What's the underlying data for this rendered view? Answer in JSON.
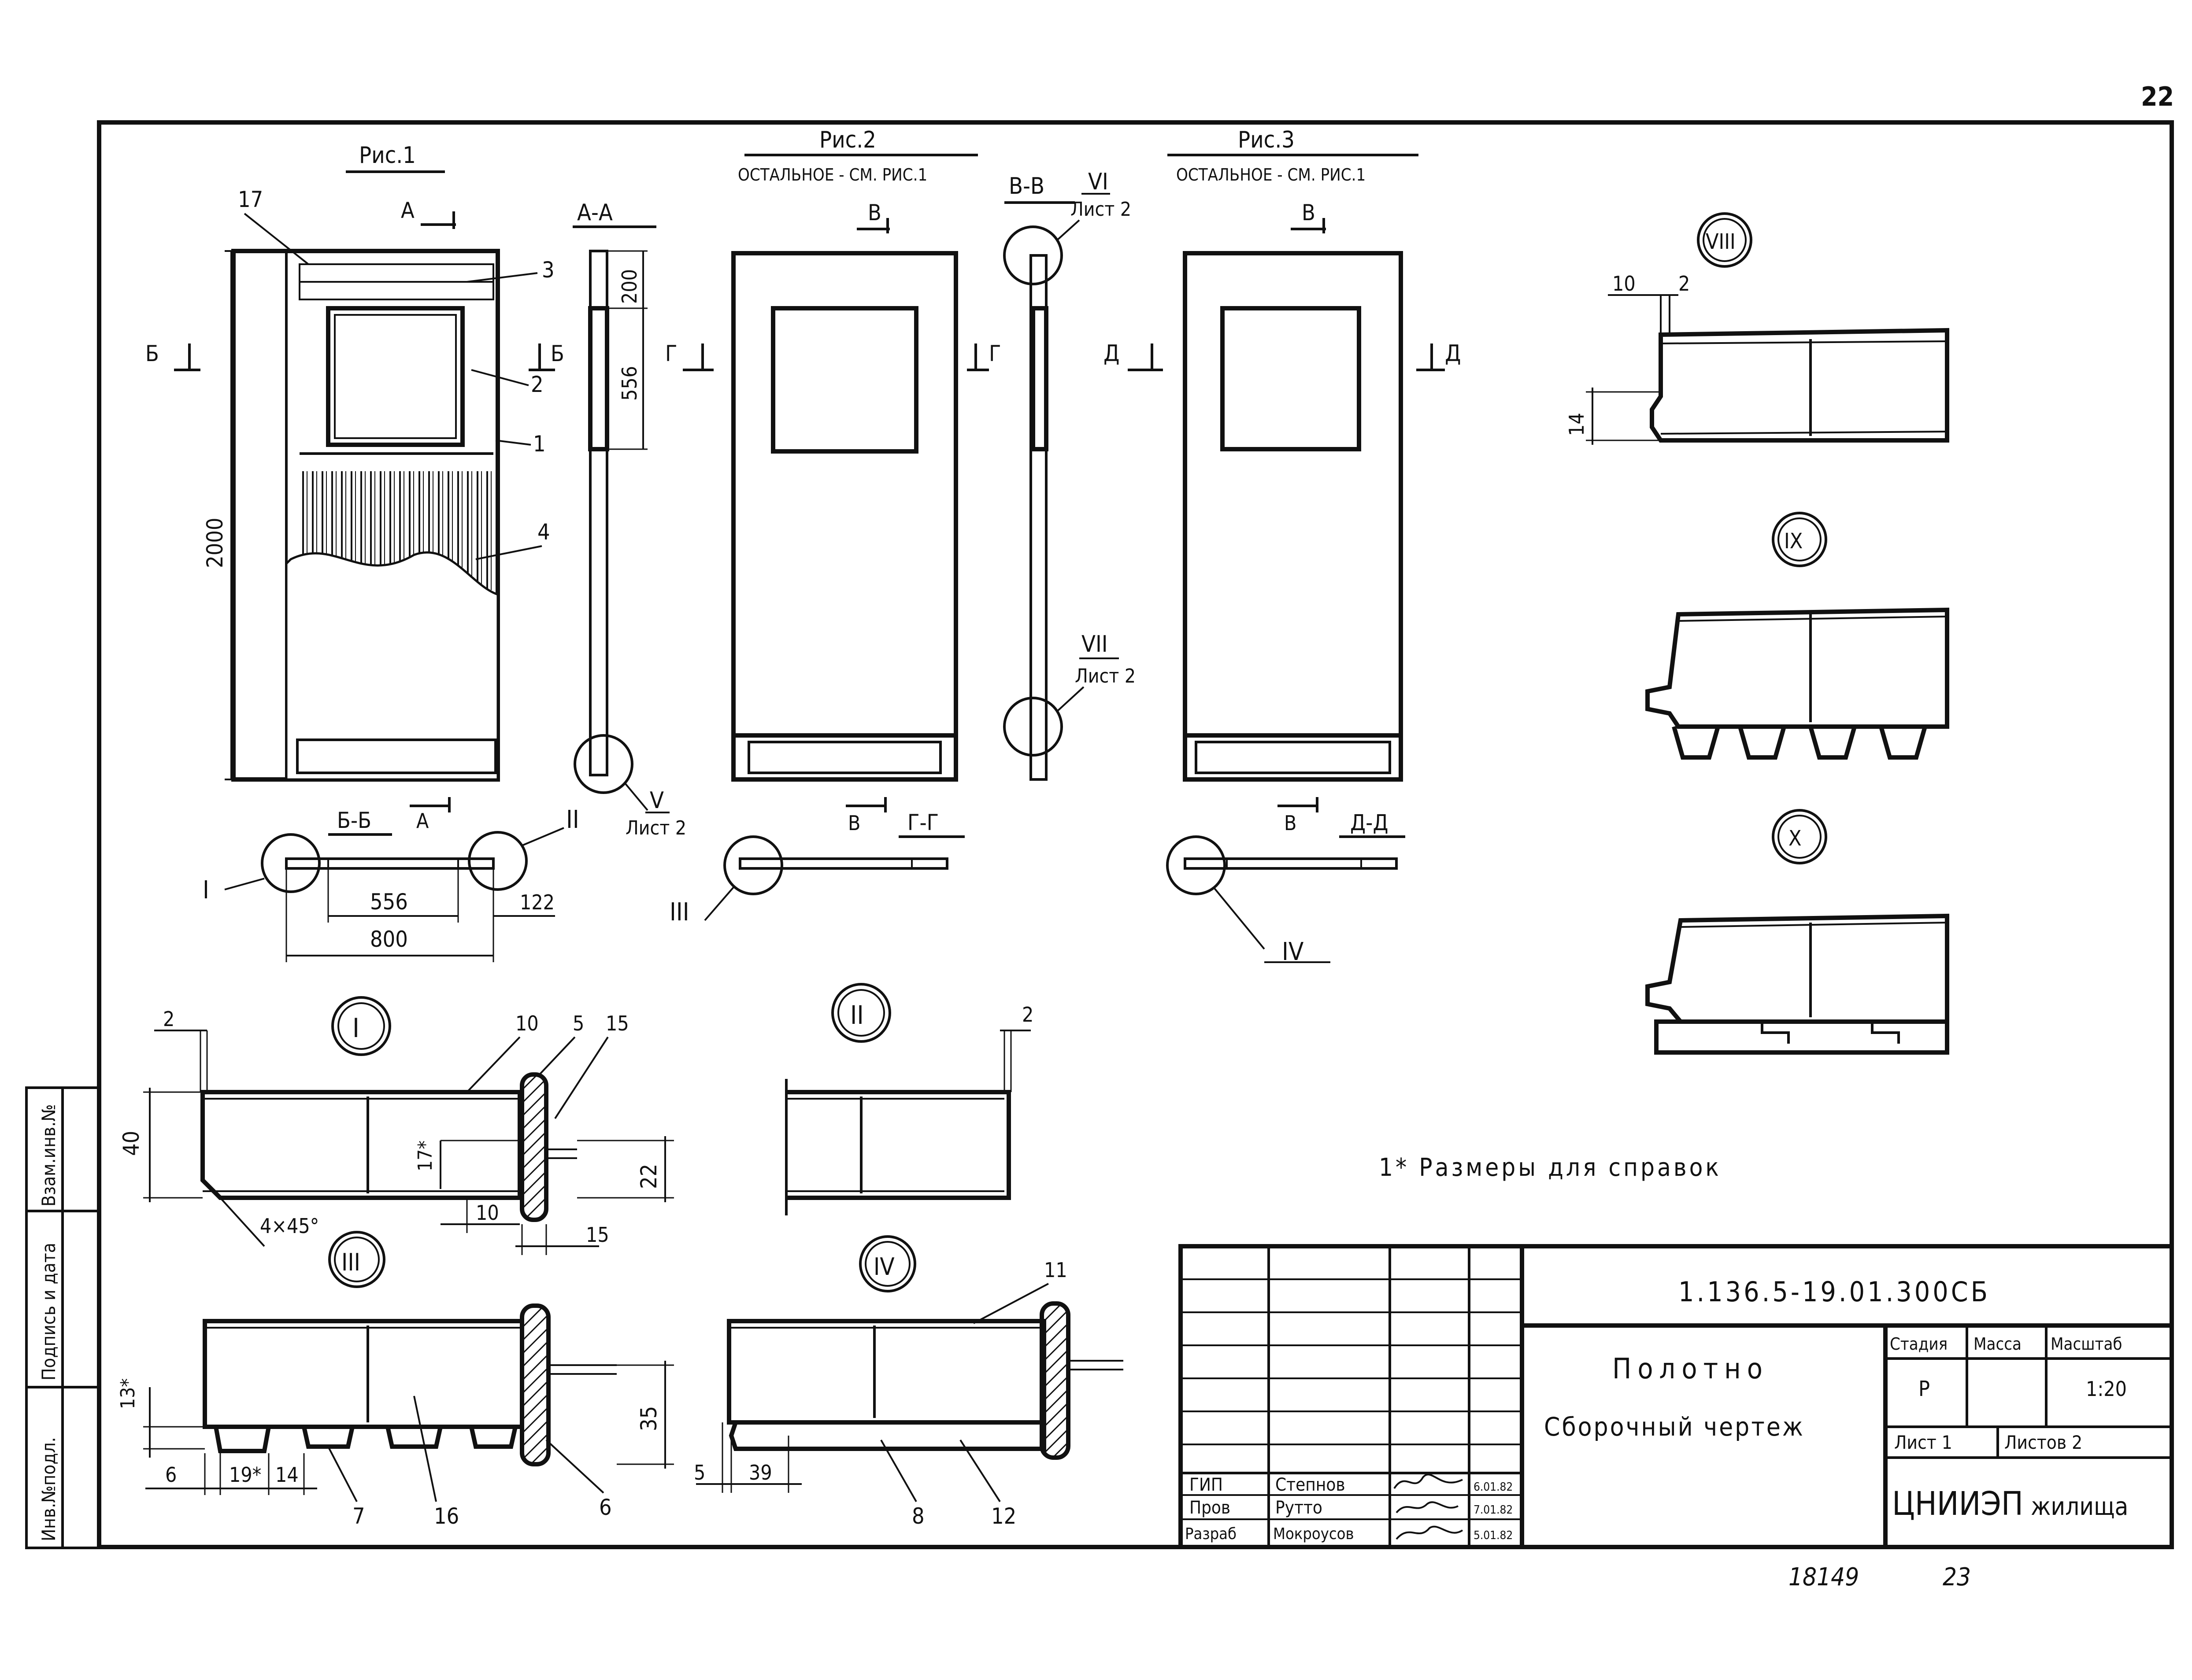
{
  "page_number": "22",
  "figures": {
    "fig1": "Рис.1",
    "fig2": "Рис.2",
    "fig2_note": "ОСТАЛЬНОЕ - СМ. РИС.1",
    "fig3": "Рис.3",
    "fig3_note": "ОСТАЛЬНОЕ - СМ. РИС.1"
  },
  "sections": {
    "aa": "А-А",
    "bb": "Б-Б",
    "vv": "В-В",
    "gg": "Г-Г",
    "dd": "Д-Д",
    "a": "А",
    "b": "Б",
    "v": "В",
    "g": "Г",
    "d": "Д"
  },
  "callouts": {
    "v_sheet": "V",
    "vi_sheet": "VI",
    "vii_sheet": "VII",
    "sheet2": "Лист 2",
    "i": "I",
    "ii": "II",
    "iii": "III",
    "iv": "IV",
    "viii": "VIII",
    "ix": "IX",
    "x": "X"
  },
  "dimensions": {
    "d2000": "2000",
    "d200": "200",
    "d556": "556",
    "d556b": "556",
    "d800": "800",
    "d122": "122",
    "d10a": "10",
    "d2a": "2",
    "d14": "14",
    "d2b": "2",
    "d40": "40",
    "d17": "17*",
    "d22": "22",
    "d10b": "10",
    "d15b": "15",
    "d4x45": "4×45°",
    "d2c": "2",
    "d13": "13*",
    "d6a": "6",
    "d19": "19*",
    "d14b": "14",
    "d35": "35",
    "d5": "5",
    "d39": "39"
  },
  "positions": {
    "p1": "1",
    "p2": "2",
    "p3": "3",
    "p4": "4",
    "p5": "5",
    "p6": "6",
    "p7": "7",
    "p8": "8",
    "p10": "10",
    "p11": "11",
    "p12": "12",
    "p15": "15",
    "p16": "16",
    "p17": "17"
  },
  "note": "1* Размеры для справок",
  "title_block": {
    "code": "1.136.5-19.01.300СБ",
    "name_line1": "Полотно",
    "name_line2": "Сборочный чертеж",
    "stage_label": "Стадия",
    "mass_label": "Масса",
    "scale_label": "Масштаб",
    "stage_value": "Р",
    "scale_value": "1:20",
    "sheet_label": "Лист 1",
    "sheets_label": "Листов 2",
    "org": "ЦНИИЭП",
    "org_suffix": "жилища",
    "staff": [
      {
        "role": "ГИП",
        "name": "Степнов",
        "date": "6.01.82"
      },
      {
        "role": "Пров",
        "name": "Рутто",
        "date": "7.01.82"
      },
      {
        "role": "Разраб",
        "name": "Мокроусов",
        "date": "5.01.82"
      }
    ]
  },
  "side_stamp": [
    "Инв.№подл.",
    "Подпись и дата",
    "Взам.инв.№"
  ],
  "footer": {
    "inv": "18149",
    "page": "23"
  }
}
